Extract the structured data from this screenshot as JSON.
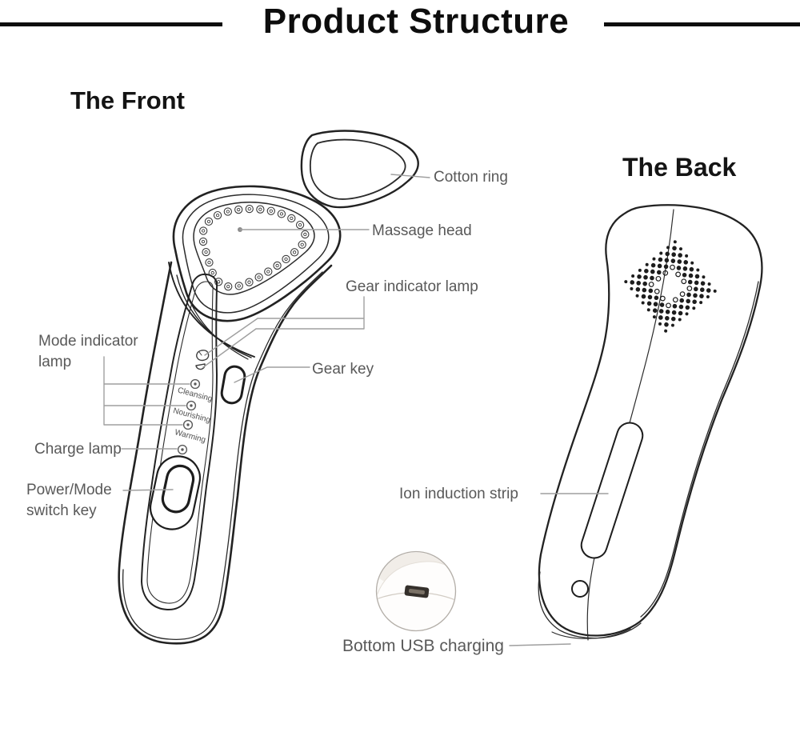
{
  "title": "Product Structure",
  "headings": {
    "front": "The Front",
    "back": "The Back"
  },
  "labels": {
    "cotton_ring": "Cotton ring",
    "massage_head": "Massage head",
    "gear_indicator_lamp": "Gear indicator lamp",
    "gear_key": "Gear key",
    "mode_indicator_line1": "Mode indicator",
    "mode_indicator_line2": "lamp",
    "charge_lamp": "Charge lamp",
    "power_mode_line1": "Power/Mode",
    "power_mode_line2": "switch key",
    "ion_induction_strip": "Ion induction strip",
    "bottom_usb": "Bottom USB charging"
  },
  "device_text": {
    "mode1": "Cleansing",
    "mode2": "Nourishing",
    "mode3": "Warming"
  },
  "colors": {
    "ink": "#222222",
    "label_gray": "#595959",
    "leader_gray": "#9f9f9f"
  }
}
